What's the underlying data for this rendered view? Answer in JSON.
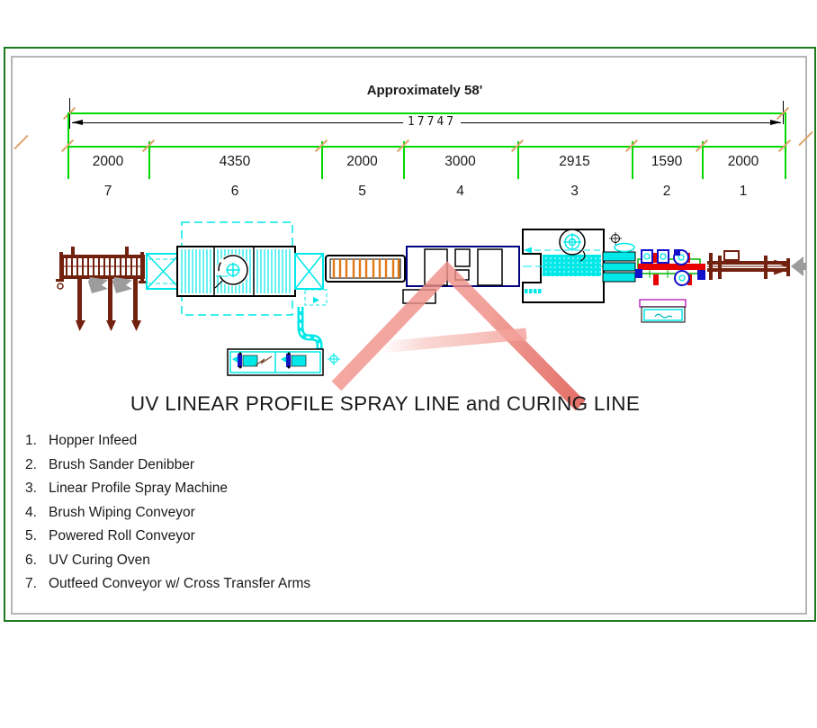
{
  "drawing": {
    "approx_label": "Approximately 58'",
    "total_dimension": "17747",
    "segments": [
      {
        "dim": "2000",
        "num": "7"
      },
      {
        "dim": "4350",
        "num": "6"
      },
      {
        "dim": "2000",
        "num": "5"
      },
      {
        "dim": "3000",
        "num": "4"
      },
      {
        "dim": "2915",
        "num": "3"
      },
      {
        "dim": "1590",
        "num": "2"
      },
      {
        "dim": "2000",
        "num": "1"
      }
    ],
    "title": "UV LINEAR PROFILE SPRAY LINE and CURING LINE",
    "legend": [
      {
        "num": "1.",
        "label": "Hopper Infeed"
      },
      {
        "num": "2.",
        "label": "Brush Sander Denibber"
      },
      {
        "num": "3.",
        "label": "Linear Profile Spray Machine"
      },
      {
        "num": "4.",
        "label": "Brush Wiping Conveyor"
      },
      {
        "num": "5.",
        "label": "Powered Roll Conveyor"
      },
      {
        "num": "6.",
        "label": "UV Curing Oven"
      },
      {
        "num": "7.",
        "label": "Outfeed Conveyor w/ Cross Transfer Arms"
      }
    ],
    "colors": {
      "dimension_green": "#00d800",
      "border_green": "#1e7a1e",
      "border_gray": "#b5b5b5",
      "tick_tan": "#dca46a",
      "cad_cyan": "#00e8e8",
      "cad_maroon": "#71210e",
      "cad_red": "#e80000",
      "cad_navy": "#000080",
      "cad_blue": "#1111cc",
      "cad_green": "#00b400",
      "cad_orange": "#e07818",
      "cad_magenta": "#c030c0",
      "arrow_gray": "#9c9c9c",
      "watermark_red": "#ef8d85"
    }
  }
}
